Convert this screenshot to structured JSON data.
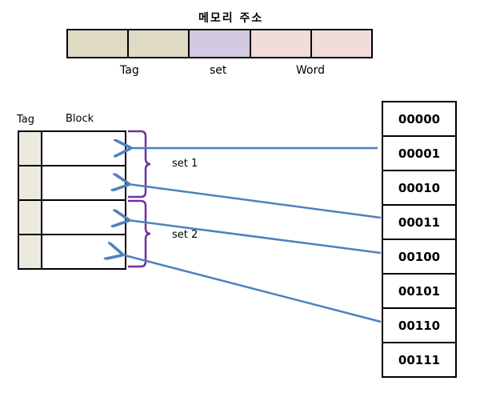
{
  "address": {
    "title": "메모리 주소",
    "fields": [
      {
        "label": "Tag",
        "color": "#dedac4"
      },
      {
        "label": "set",
        "color": "#d3c9e2"
      },
      {
        "label": "Word",
        "color": "#f2dcdb"
      }
    ],
    "cell_colors": [
      "#dedac4",
      "#dedac4",
      "#d3c9e2",
      "#f2dcdb",
      "#f2dcdb"
    ]
  },
  "cache": {
    "tag_header": "Tag",
    "block_header": "Block",
    "sets": [
      "set 1",
      "set 2"
    ],
    "tag_color": "#ece9df",
    "brace_color": "#7030a0"
  },
  "memory": {
    "rows": [
      "00000",
      "00001",
      "00010",
      "00011",
      "00100",
      "00101",
      "00110",
      "00111"
    ]
  },
  "arrows": {
    "color": "#4f81bd",
    "mappings": [
      {
        "from": "00001",
        "to_line": 0
      },
      {
        "from": "00011",
        "to_line": 1
      },
      {
        "from": "00100",
        "to_line": 2
      },
      {
        "from": "00110",
        "to_line": 3
      }
    ]
  }
}
